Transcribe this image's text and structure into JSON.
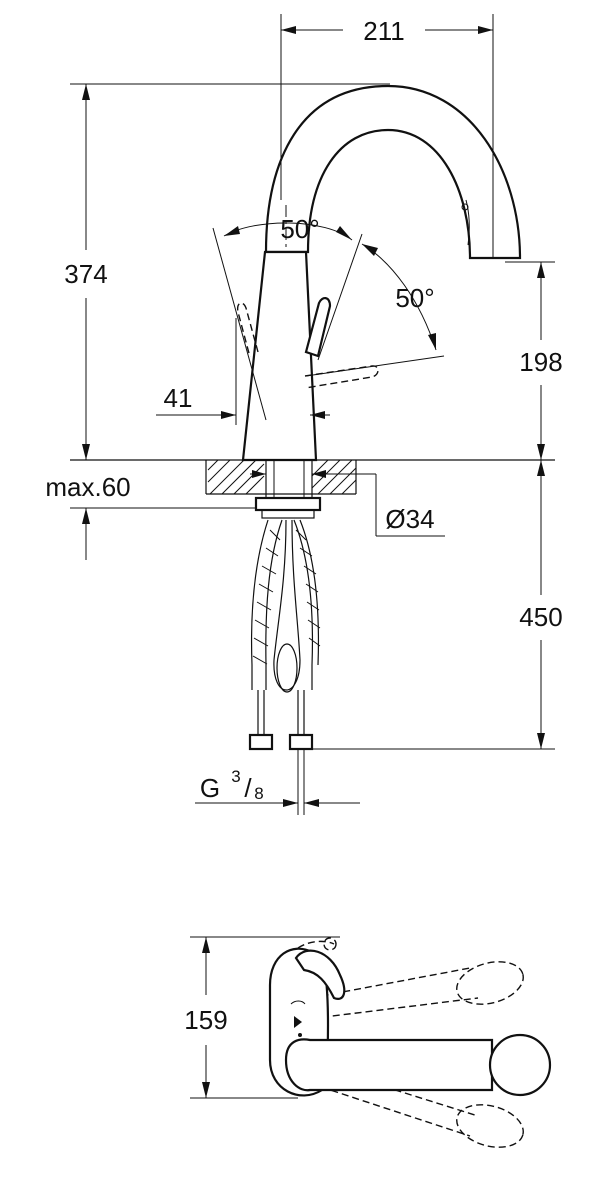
{
  "side_view": {
    "width_top": "211",
    "height_total": "374",
    "spout_height": "198",
    "swivel_angle": "50°",
    "lever_angle": "50°",
    "lever_offset": "41",
    "max_thickness": "max.60",
    "hole_diameter": "Ø34",
    "hose_length": "450",
    "thread_prefix": "G",
    "thread_numerator": "3",
    "thread_denominator": "8"
  },
  "top_view": {
    "depth": "159"
  }
}
